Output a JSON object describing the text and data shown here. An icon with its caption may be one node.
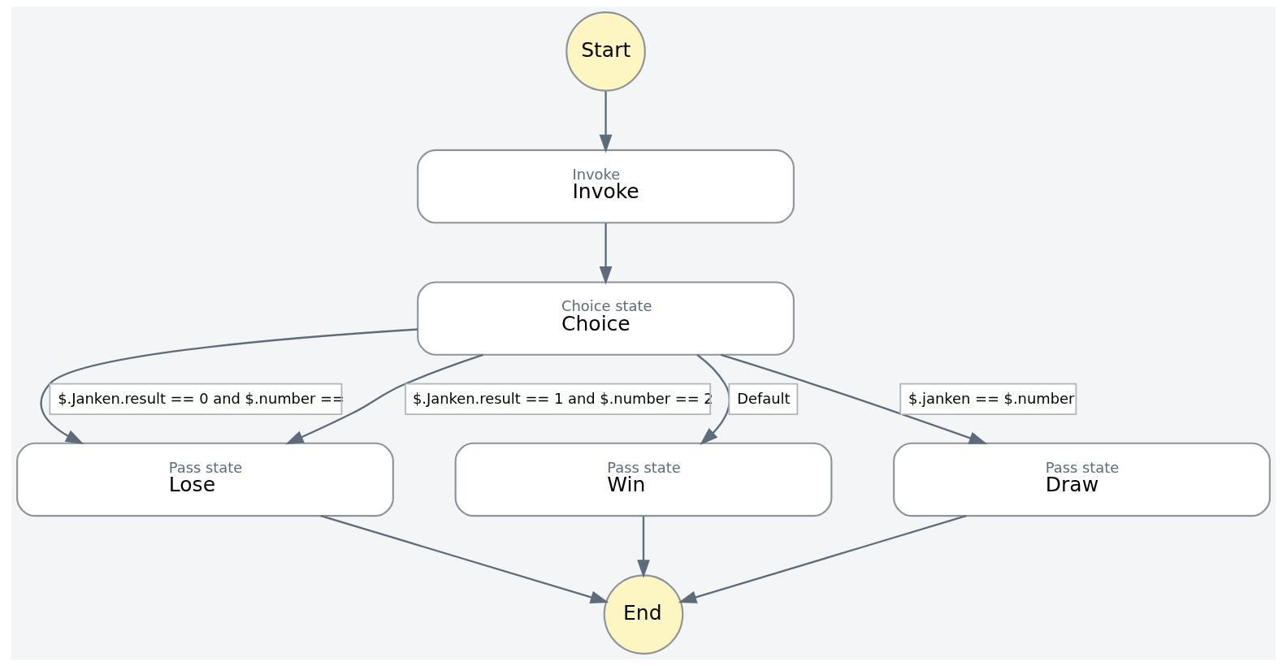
{
  "diagram": {
    "nodes": [
      {
        "text": [
          "Start"
        ]
      },
      {
        "text": [
          "Invoke",
          "Invoke"
        ]
      },
      {
        "text": [
          "Choice state",
          "Choice"
        ]
      },
      {
        "text": [
          "Pass state",
          "Lose"
        ]
      },
      {
        "text": [
          "Pass state",
          "Win"
        ]
      },
      {
        "text": [
          "Pass state",
          "Draw"
        ]
      },
      {
        "text": [
          "End"
        ]
      }
    ],
    "edges": [
      {
        "from": 0,
        "to": 1,
        "arrow": "to"
      },
      {
        "from": 1,
        "to": 2,
        "arrow": "to"
      },
      {
        "from": 2,
        "to": 3,
        "arrow": "to",
        "label": "$.Janken.result == 0 and $.number =="
      },
      {
        "from": 2,
        "to": 3,
        "arrow": "to",
        "label": "$.Janken.result == 1 and $.number == 2"
      },
      {
        "from": 2,
        "to": 4,
        "arrow": "to",
        "label": "Default"
      },
      {
        "from": 2,
        "to": 5,
        "arrow": "to",
        "label": "$.janken == $.number"
      },
      {
        "from": 3,
        "to": 6,
        "arrow": "to"
      },
      {
        "from": 4,
        "to": 6,
        "arrow": "to"
      },
      {
        "from": 5,
        "to": 6,
        "arrow": "to"
      }
    ]
  }
}
